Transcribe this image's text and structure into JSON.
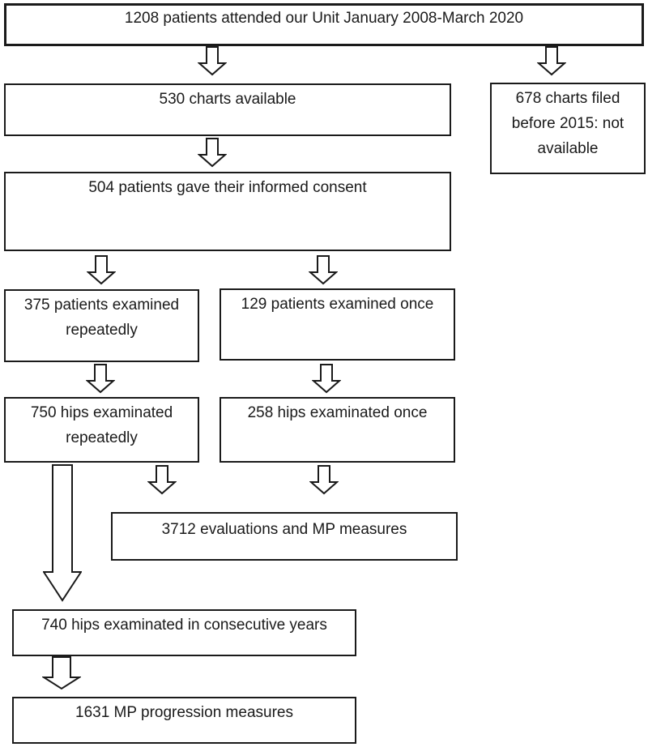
{
  "diagram": {
    "nodes": {
      "attended": "1208 patients attended our Unit January 2008-March 2020",
      "charts_available": "530 charts available",
      "charts_unavailable": "678 charts filed before 2015: not available",
      "consent": "504 patients gave their informed consent",
      "patients_repeated": "375 patients examined repeatedly",
      "patients_once": "129 patients examined once",
      "hips_repeated": "750 hips examinated repeatedly",
      "hips_once": "258 hips examinated once",
      "evaluations": "3712 evaluations and MP measures",
      "consecutive_years": "740 hips examinated in consecutive years",
      "progression": "1631 MP progression measures"
    },
    "icons": {
      "connector": "down-block-arrow",
      "long_connector": "long-down-block-arrow"
    },
    "colors": {
      "line": "#1a1a1a",
      "text": "#1a1a1a",
      "background": "#ffffff"
    }
  }
}
